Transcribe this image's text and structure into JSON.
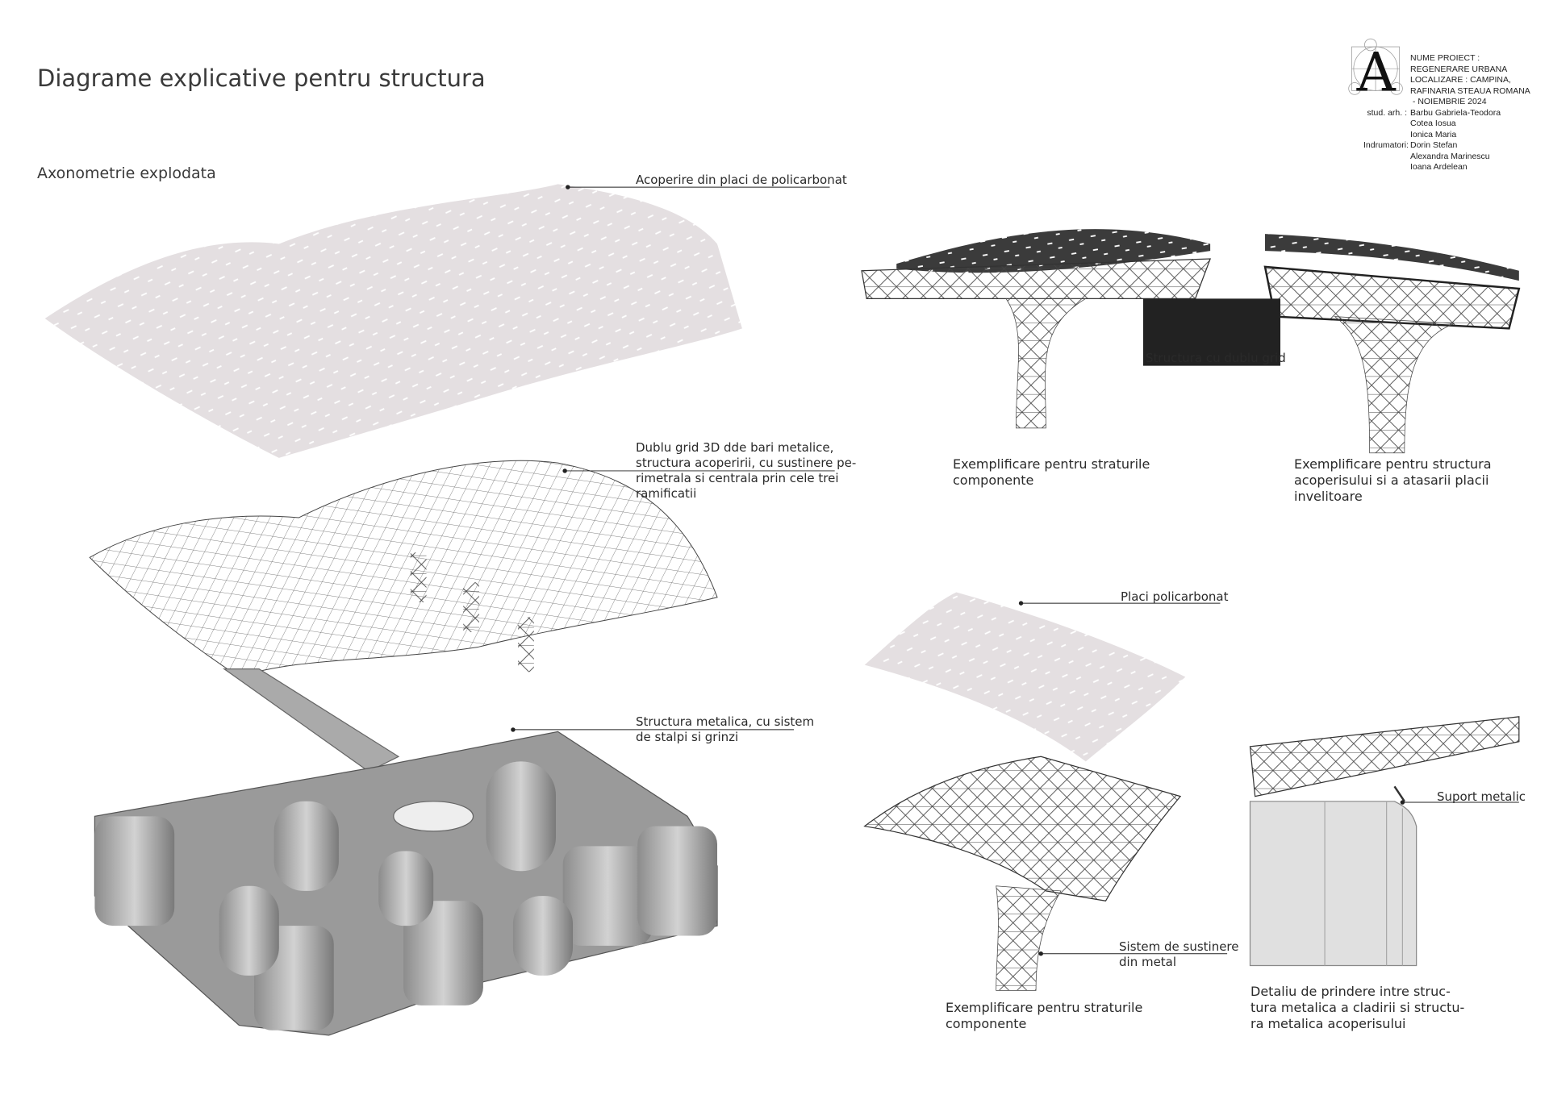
{
  "title": "Diagrame explicative pentru structura",
  "subtitle": "Axonometrie explodata",
  "title_block": {
    "logo_letter": "A",
    "project_lines": [
      "NUME PROIECT :",
      "REGENERARE URBANA",
      "LOCALIZARE : CAMPINA,",
      "RAFINARIA STEAUA ROMANA",
      " - NOIEMBRIE 2024"
    ],
    "students_label": "stud. arh. :",
    "students": [
      "Barbu Gabriela-Teodora",
      "Cotea Iosua",
      "Ionica Maria"
    ],
    "tutors_label": "Indrumatori:",
    "tutors": [
      "Dorin Stefan",
      "Alexandra Marinescu",
      "Ioana Ardelean"
    ]
  },
  "labels": {
    "roof": "Acoperire din placi de policarbonat",
    "grid": "Dublu grid 3D dde bari metalice,\nstructura acoperirii, cu sustinere pe-\nrimetrala si centrala prin cele trei\nramificatii",
    "structure": "Structura metalica, cu sistem\nde stalpi si grinzi",
    "double_grid": "Structura cu dublu grid",
    "caption_layers_top": "Exemplificare pentru straturile\ncomponente",
    "caption_roof_attach": "Exemplificare pentru structura\nacoperisului si a atasarii placii\ninvelitoare",
    "polycarbonate": "Placi policarbonat",
    "support_system": "Sistem de sustinere\ndin metal",
    "caption_layers_bottom": "Exemplificare pentru straturile\ncomponente",
    "metal_support": "Suport metalic",
    "caption_detail": "Detaliu de prindere intre struc-\ntura metalica a cladirii si structu-\nra metalica acoperisului"
  }
}
